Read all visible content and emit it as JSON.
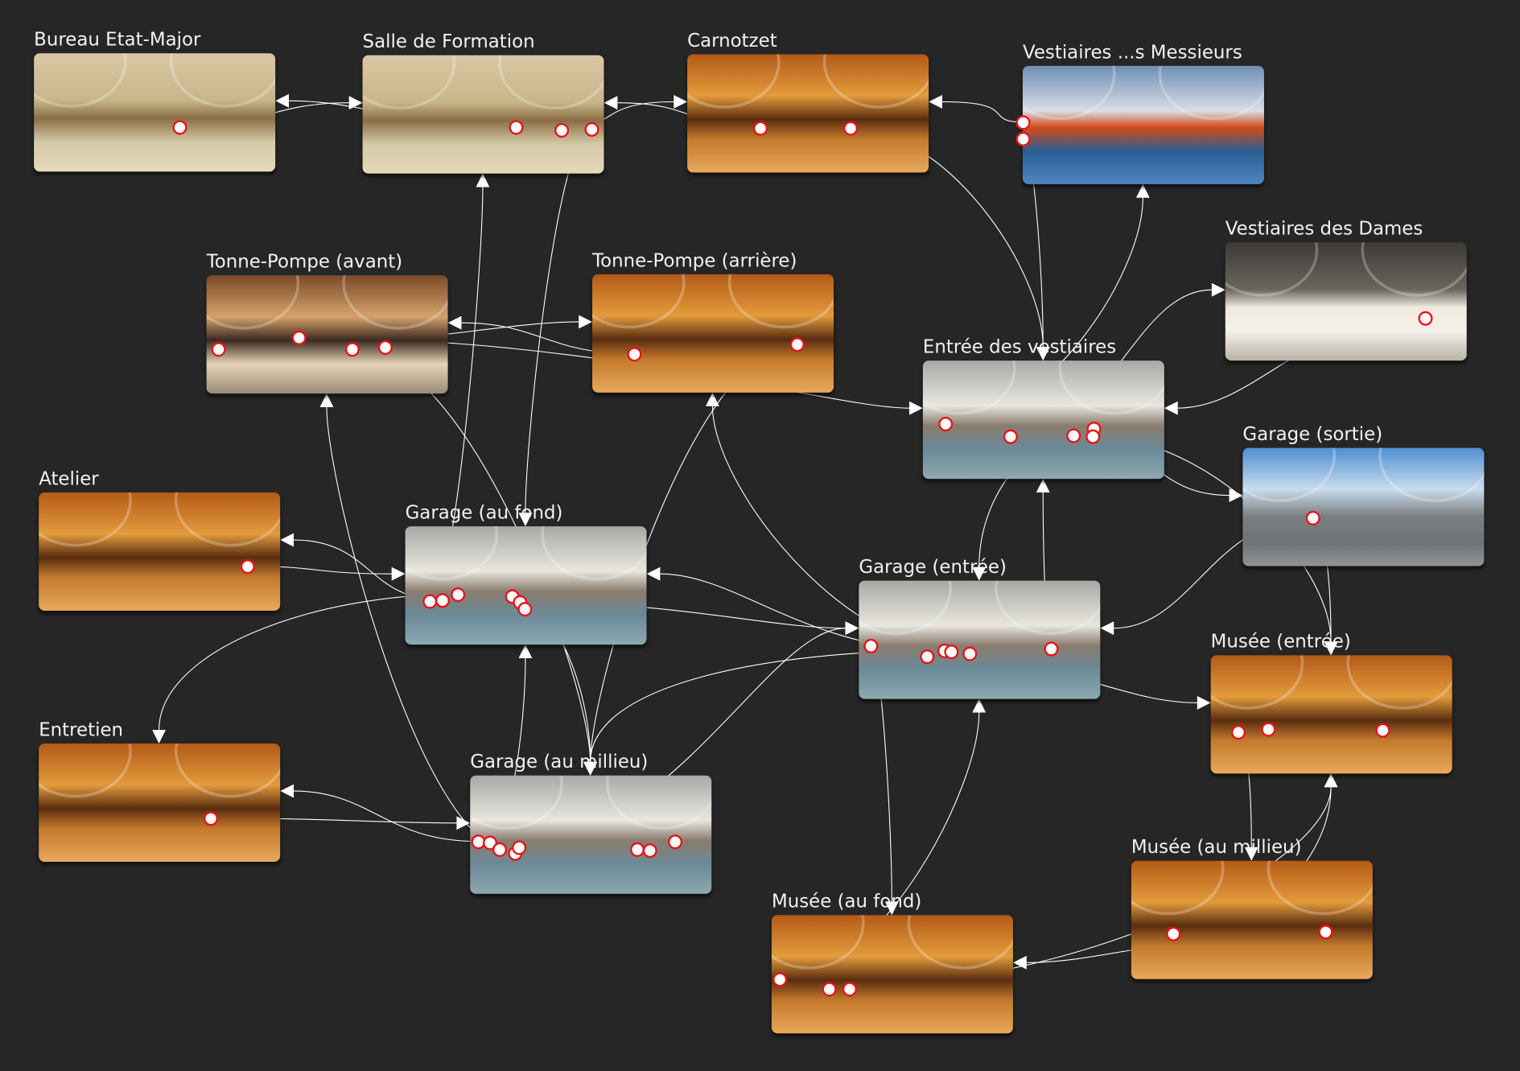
{
  "nodes": [
    {
      "label": "Bureau Etat-Major",
      "theme": "beige"
    },
    {
      "label": "Salle de Formation",
      "theme": "beige"
    },
    {
      "label": "Carnotzet",
      "theme": "wood"
    },
    {
      "label": "Vestiaires ...s Messieurs",
      "theme": "blue"
    },
    {
      "label": "Vestiaires des Dames",
      "theme": "dark"
    },
    {
      "label": "Tonne-Pompe (avant)",
      "theme": "tp"
    },
    {
      "label": "Tonne-Pompe (arrière)",
      "theme": "wood"
    },
    {
      "label": "Entrée des vestiaires",
      "theme": "garage"
    },
    {
      "label": "Garage (sortie)",
      "theme": "sky"
    },
    {
      "label": "Atelier",
      "theme": "wood"
    },
    {
      "label": "Garage (au fond)",
      "theme": "garage"
    },
    {
      "label": "Garage (entrée)",
      "theme": "garage"
    },
    {
      "label": "Musée (entrée)",
      "theme": "wood"
    },
    {
      "label": "Entretien",
      "theme": "wood"
    },
    {
      "label": "Garage (au millieu)",
      "theme": "garage"
    },
    {
      "label": "Musée (au millieu)",
      "theme": "wood"
    },
    {
      "label": "Musée (au fond)",
      "theme": "wood"
    }
  ],
  "links": [
    [
      0,
      1
    ],
    [
      1,
      0
    ],
    [
      1,
      2
    ],
    [
      2,
      1
    ],
    [
      3,
      2
    ],
    [
      1,
      10
    ],
    [
      10,
      1
    ],
    [
      2,
      7
    ],
    [
      3,
      7
    ],
    [
      7,
      3
    ],
    [
      7,
      4
    ],
    [
      4,
      7
    ],
    [
      5,
      6
    ],
    [
      6,
      5
    ],
    [
      5,
      7
    ],
    [
      9,
      10
    ],
    [
      10,
      9
    ],
    [
      10,
      13
    ],
    [
      13,
      14
    ],
    [
      14,
      13
    ],
    [
      10,
      14
    ],
    [
      14,
      10
    ],
    [
      12,
      15
    ],
    [
      15,
      12
    ],
    [
      15,
      16
    ],
    [
      16,
      11
    ],
    [
      11,
      16
    ],
    [
      7,
      8
    ],
    [
      8,
      11
    ],
    [
      8,
      12
    ],
    [
      11,
      12
    ],
    [
      14,
      11
    ],
    [
      11,
      14
    ],
    [
      10,
      11
    ],
    [
      11,
      10
    ],
    [
      5,
      14
    ],
    [
      14,
      5
    ],
    [
      6,
      14
    ],
    [
      11,
      6
    ],
    [
      11,
      7
    ],
    [
      7,
      11
    ],
    [
      7,
      12
    ],
    [
      16,
      12
    ]
  ],
  "colors": {
    "background": "#262626",
    "hotspot_ring": "#e8141a",
    "edge": "#ffffff"
  }
}
